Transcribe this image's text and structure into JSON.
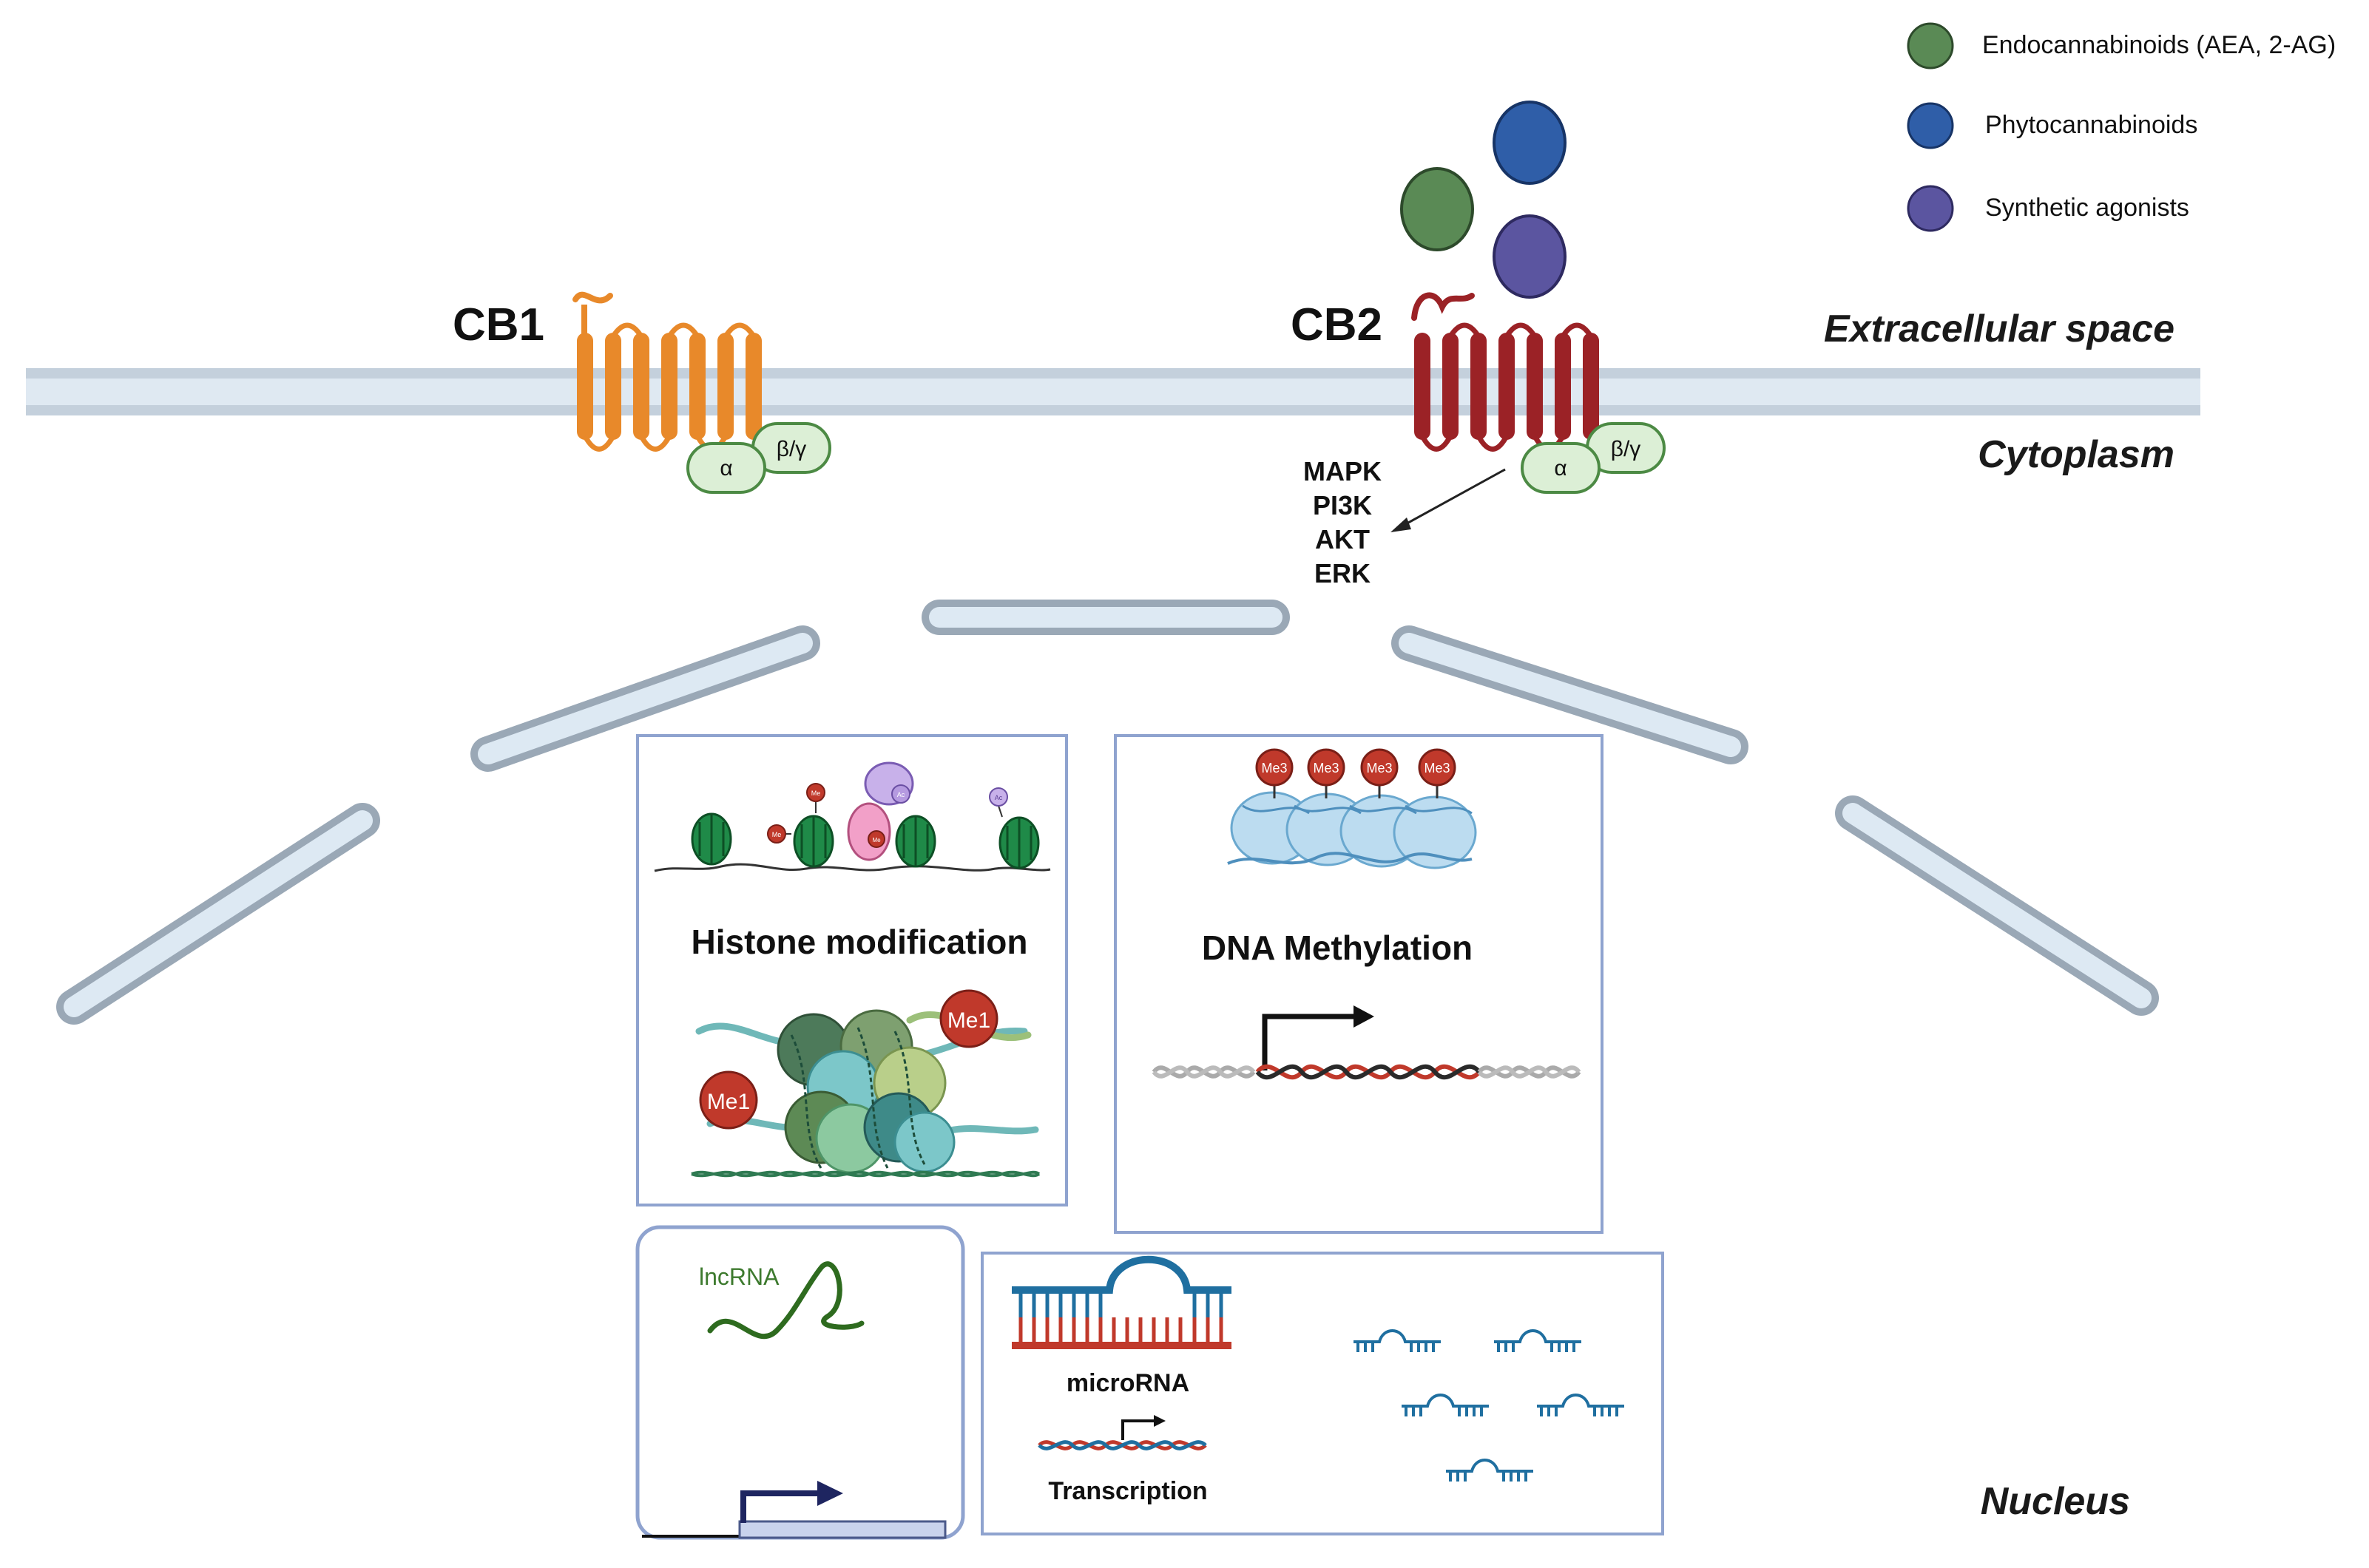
{
  "legend": {
    "items": [
      {
        "label": "Endocannabinoids (AEA, 2-AG)",
        "color": "#5a8a55"
      },
      {
        "label": "Phytocannabinoids",
        "color": "#2f5ea8"
      },
      {
        "label": "Synthetic agonists",
        "color": "#5b55a0"
      }
    ]
  },
  "regions": {
    "extracellular": "Extracellular space",
    "cytoplasm": "Cytoplasm",
    "nucleus": "Nucleus"
  },
  "receptors": {
    "cb1": {
      "label": "CB1",
      "color": "#e8892a"
    },
    "cb2": {
      "label": "CB2",
      "color": "#9b2226"
    },
    "g_alpha": "α",
    "g_betagamma": "β/γ"
  },
  "pathways": [
    "MAPK",
    "PI3K",
    "AKT",
    "ERK"
  ],
  "panels": {
    "histone": {
      "title": "Histone modification",
      "mark_me": "Me",
      "mark_ac": "Ac",
      "me1": "Me1"
    },
    "dna_methylation": {
      "title": "DNA Methylation",
      "me3": "Me3"
    },
    "lncrna": {
      "label": "lncRNA"
    },
    "microrna": {
      "label": "microRNA",
      "transcription": "Transcription"
    }
  }
}
